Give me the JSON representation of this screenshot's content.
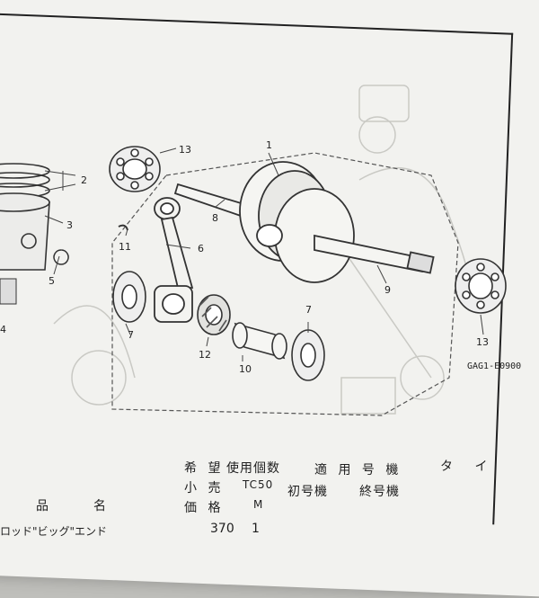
{
  "diagram": {
    "ref_code": "GAG1-E0900",
    "part_numbers": [
      "1",
      "2",
      "3",
      "4",
      "5",
      "6",
      "7",
      "7",
      "8",
      "9",
      "10",
      "11",
      "12",
      "13",
      "13"
    ]
  },
  "table": {
    "headers": {
      "kibou": "希 望",
      "koubai": "小 売",
      "kakaku": "価 格",
      "shiyou": "使用個数",
      "tc": "TC50",
      "m": "M",
      "tekiyou": "適 用 号 機",
      "shogouki": "初号機",
      "shuugouki": "終号機",
      "hinmei": "品　名",
      "taipu": "タ イ"
    },
    "rows": [
      {
        "name": "ロッド\"ビッグ\"エンド",
        "price": "370",
        "qty": "1"
      }
    ]
  }
}
